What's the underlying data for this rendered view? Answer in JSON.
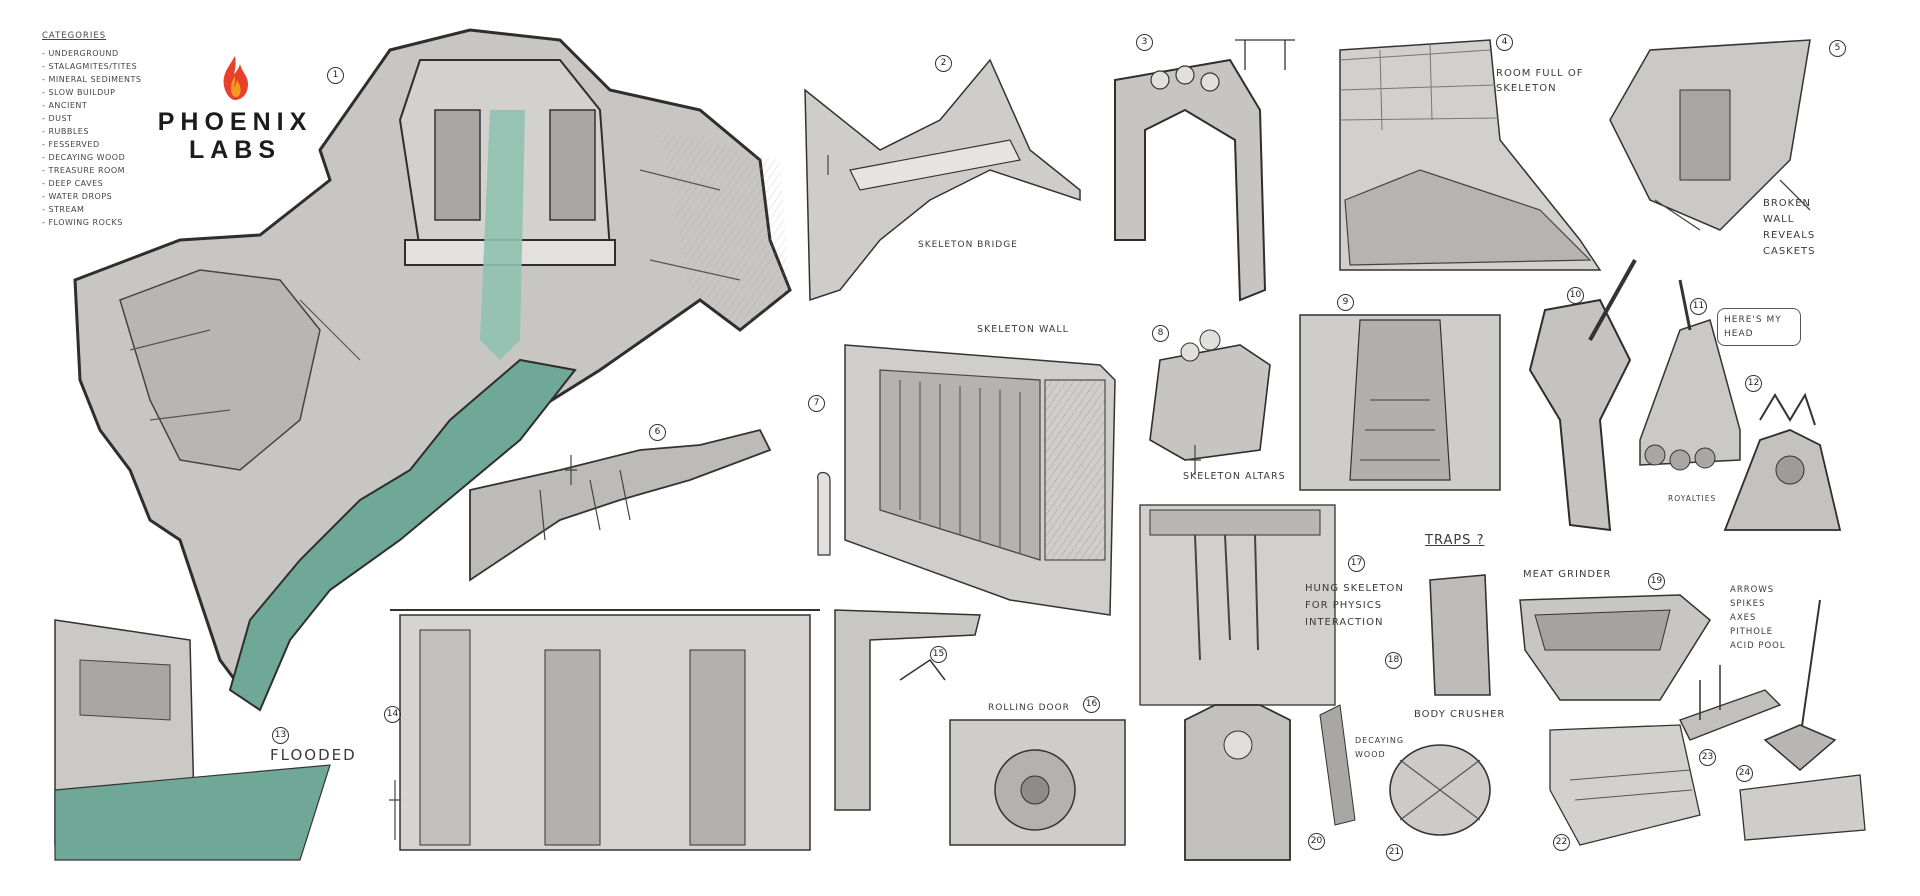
{
  "sheet": {
    "categories_title": "CATEGORIES",
    "categories": [
      "UNDERGROUND",
      "STALAGMITES/TITES",
      "MINERAL SEDIMENTS",
      "SLOW BUILDUP",
      "ANCIENT",
      "DUST",
      "RUBBLES",
      "FESSERVED",
      "DECAYING WOOD",
      "TREASURE ROOM",
      "DEEP CAVES",
      "WATER DROPS",
      "STREAM",
      "FLOWING ROCKS"
    ],
    "logo": {
      "line1": "PHOENIX",
      "line2": "LABS",
      "flame_colors": [
        "#e8402a",
        "#f59a1f"
      ]
    },
    "accent_water": "#6fa897",
    "sketch_fill": "#c9c7c4",
    "sketch_fill_light": "#dcdad7",
    "ink": "#2f2f2f"
  },
  "panels": [
    {
      "number": "1",
      "label": ""
    },
    {
      "number": "2",
      "label": "SKELETON BRIDGE"
    },
    {
      "number": "3",
      "label": ""
    },
    {
      "number": "4",
      "label": "ROOM FULL OF SKELETON"
    },
    {
      "number": "5",
      "label": "BROKEN WALL REVEALS CASKETS"
    },
    {
      "number": "6",
      "label": ""
    },
    {
      "number": "7",
      "label": "SKELETON WALL"
    },
    {
      "number": "8",
      "label": "SKELETON ALTARS"
    },
    {
      "number": "9",
      "label": ""
    },
    {
      "number": "10",
      "label": ""
    },
    {
      "number": "11",
      "label": "HERE'S MY HEAD"
    },
    {
      "number": "12",
      "label": "ROYALTIES"
    },
    {
      "number": "13",
      "label": "FLOODED"
    },
    {
      "number": "14",
      "label": ""
    },
    {
      "number": "15",
      "label": ""
    },
    {
      "number": "16",
      "label": "ROLLING DOOR"
    },
    {
      "number": "17",
      "label": "HUNG SKELETON FOR PHYSICS INTERACTION"
    },
    {
      "number": "18",
      "label": "BODY CRUSHER"
    },
    {
      "number": "19",
      "label": "MEAT GRINDER"
    },
    {
      "number": "20",
      "label": "DECAYING WOOD"
    },
    {
      "number": "21",
      "label": ""
    },
    {
      "number": "22",
      "label": ""
    },
    {
      "number": "23",
      "label": ""
    },
    {
      "number": "24",
      "label": ""
    }
  ],
  "traps": {
    "title": "TRAPS ?",
    "list": [
      "ARROWS",
      "SPIKES",
      "AXES",
      "PITHOLE",
      "ACID POOL"
    ]
  }
}
